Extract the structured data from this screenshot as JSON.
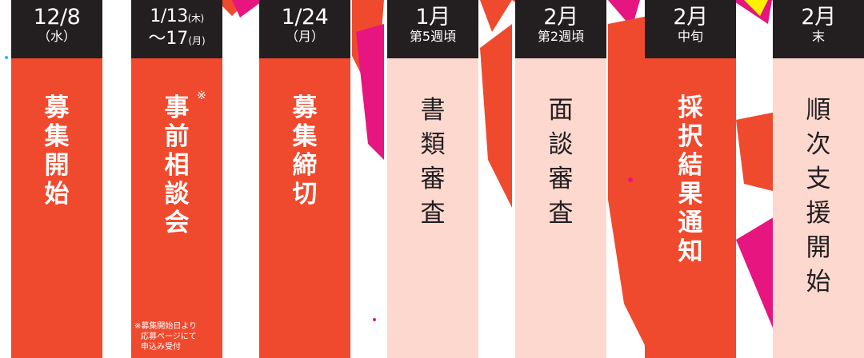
{
  "colors": {
    "red": "#ef4a2e",
    "pink": "#fdd8cf",
    "dark": "#231f20",
    "magenta": "#e6157f",
    "yellow": "#fff200"
  },
  "steps": [
    {
      "date_line1": "12/8",
      "date_line2": "（水）",
      "label_chars": [
        "募",
        "集",
        "開",
        "始"
      ],
      "style": "red"
    },
    {
      "date_line1": "1/13",
      "date_line1_sub": "(木)",
      "date_line2": "～17",
      "date_line2_sub": "(月)",
      "label_chars": [
        "事",
        "前",
        "相",
        "談",
        "会"
      ],
      "mark": "※",
      "note_lines": [
        "※募集開始日より",
        "応募ページにて",
        "申込み受付"
      ],
      "style": "red"
    },
    {
      "date_line1": "1/24",
      "date_line2": "（月）",
      "label_chars": [
        "募",
        "集",
        "締",
        "切"
      ],
      "style": "red"
    },
    {
      "date_line1": "1月",
      "date_line2": "第5週頃",
      "label_chars": [
        "書",
        "類",
        "審",
        "査"
      ],
      "style": "pink"
    },
    {
      "date_line1": "2月",
      "date_line2": "第2週頃",
      "label_chars": [
        "面",
        "談",
        "審",
        "査"
      ],
      "style": "pink"
    },
    {
      "date_line1": "2月",
      "date_line2": "中旬",
      "label_chars": [
        "採",
        "択",
        "結",
        "果",
        "通",
        "知"
      ],
      "style": "red"
    },
    {
      "date_line1": "2月",
      "date_line2": "末",
      "label_chars_a": [
        "順",
        "次"
      ],
      "label_chars_b": [
        "支",
        "援",
        "開",
        "始"
      ],
      "style": "pink"
    }
  ]
}
